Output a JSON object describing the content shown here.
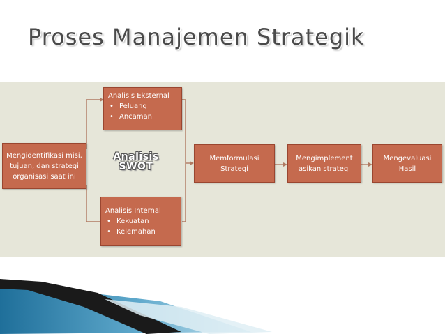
{
  "slide": {
    "title": "Proses Manajemen Strategik"
  },
  "diagram": {
    "identify": "Mengidentifikasi misi, tujuan, dan strategi organisasi saat ini",
    "external": {
      "heading": "Analisis Eksternal",
      "items": [
        "Peluang",
        "Ancaman"
      ]
    },
    "internal": {
      "heading": "Analisis Internal",
      "items": [
        "Kekuatan",
        "Kelemahan"
      ]
    },
    "swot_label": "Analisis SWOT",
    "formulate": "Memformulasi Strategi",
    "implement": "Mengimplement asikan strategi",
    "evaluate": "Mengevaluasi Hasil",
    "colors": {
      "box_fill": "#c56a4e",
      "box_border": "#9a4630",
      "connector": "#b07a62",
      "panel": "#e6e6d9"
    }
  }
}
